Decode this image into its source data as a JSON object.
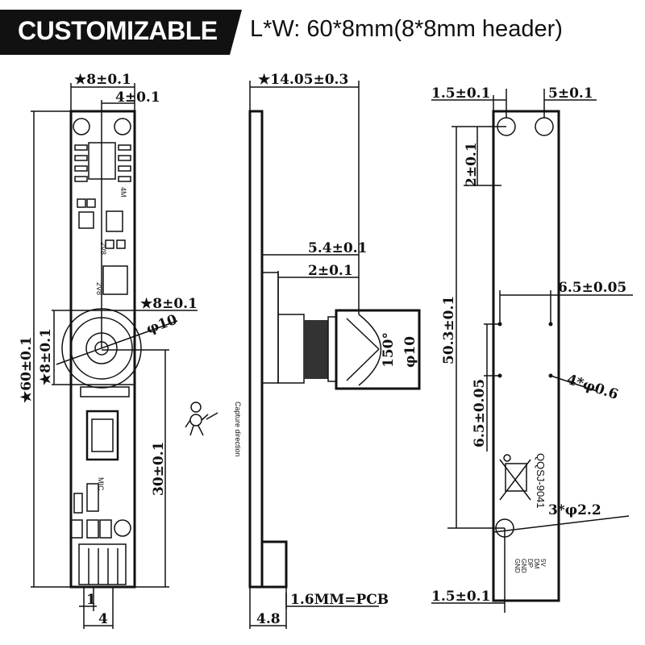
{
  "header": {
    "badge": "CUSTOMIZABLE",
    "spec": "L*W: 60*8mm(8*8mm header)"
  },
  "front_view": {
    "width_top": "★8±0.1",
    "center_offset": "4±0.1",
    "length": "★60±0.1",
    "lens_square": "★8±0.1",
    "lens_square_v": "★8±0.1",
    "lens_diameter": "φ10",
    "lens_to_end": "30±0.1",
    "pin_pitch": "1",
    "connector_width": "4",
    "silk_labels": [
      "4M",
      "2V8",
      "2V8",
      "MIC"
    ]
  },
  "capture": {
    "label": "Capture direction"
  },
  "side_view": {
    "height": "★14.05±0.3",
    "holder": "5.4±0.1",
    "flange": "2±0.1",
    "fov": "150°",
    "lens_diameter": "φ10",
    "pcb_thickness": "1.6MM=PCB",
    "connector_height": "4.8"
  },
  "back_view": {
    "edge_top": "1.5±0.1",
    "hole_spacing": "5±0.1",
    "hole_top": "2±0.1",
    "hole_span": "50.3±0.1",
    "pad_spacing_h": "6.5±0.05",
    "pad_spacing_v": "6.5±0.05",
    "small_holes": "4*φ0.6",
    "mount_holes": "3*φ2.2",
    "model": "QQSJ-9041",
    "pins": [
      "5V",
      "DM",
      "DP",
      "GND",
      "GND"
    ],
    "edge_bottom": "1.5±0.1"
  }
}
